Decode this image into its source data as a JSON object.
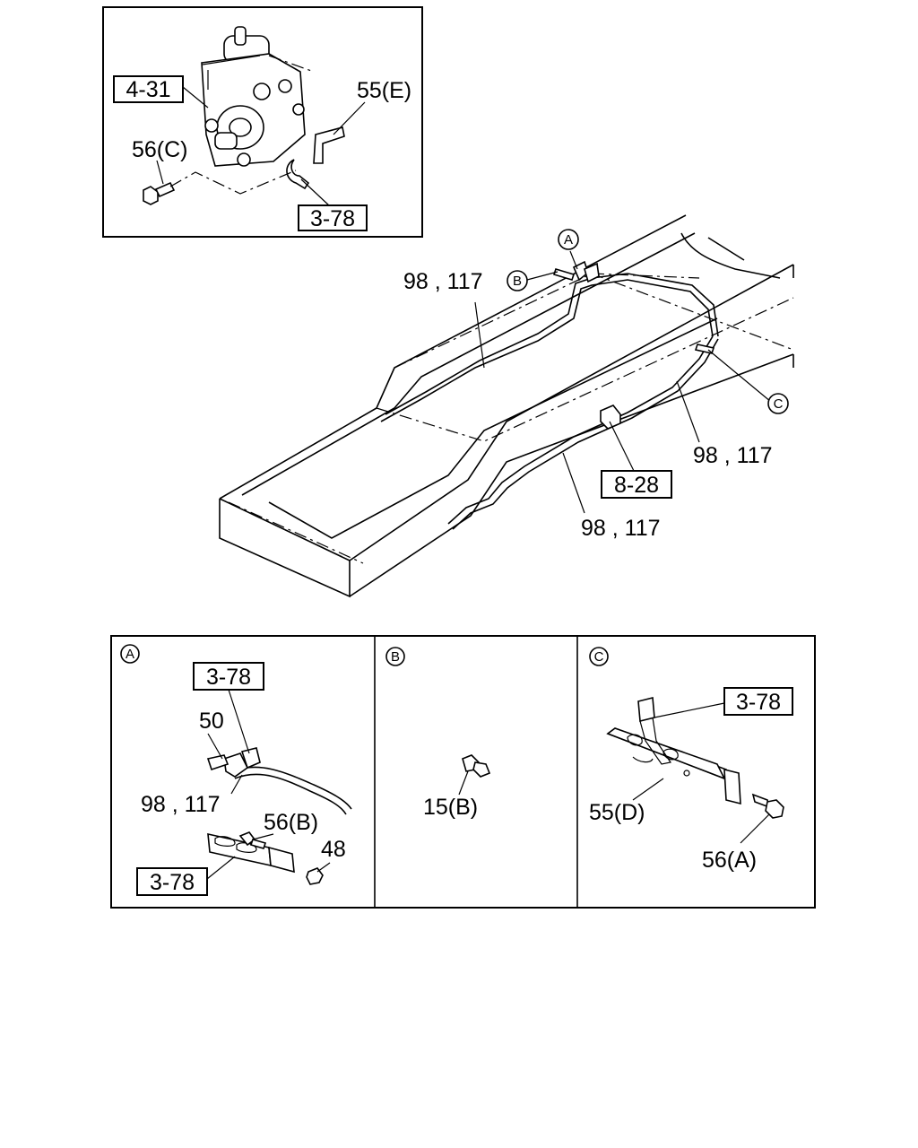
{
  "inset": {
    "ref_box_pump": "4-31",
    "label_bracket_e": "55(E)",
    "label_bolt_c": "56(C)",
    "ref_box_clip": "3-78"
  },
  "main": {
    "callout_a": "A",
    "callout_b": "B",
    "callout_c": "C",
    "label_pipe_top": "98 , 117",
    "label_pipe_right": "98 , 117",
    "label_pipe_bottom": "98 , 117",
    "ref_box_connector": "8-28"
  },
  "detail_a": {
    "callout": "A",
    "ref_box_top": "3-78",
    "label_50": "50",
    "label_pipe": "98 , 117",
    "label_bolt": "56(B)",
    "label_nut": "48",
    "ref_box_bottom": "3-78"
  },
  "detail_b": {
    "callout": "B",
    "label_fitting": "15(B)"
  },
  "detail_c": {
    "callout": "C",
    "ref_box": "3-78",
    "label_bracket": "55(D)",
    "label_bolt": "56(A)"
  }
}
